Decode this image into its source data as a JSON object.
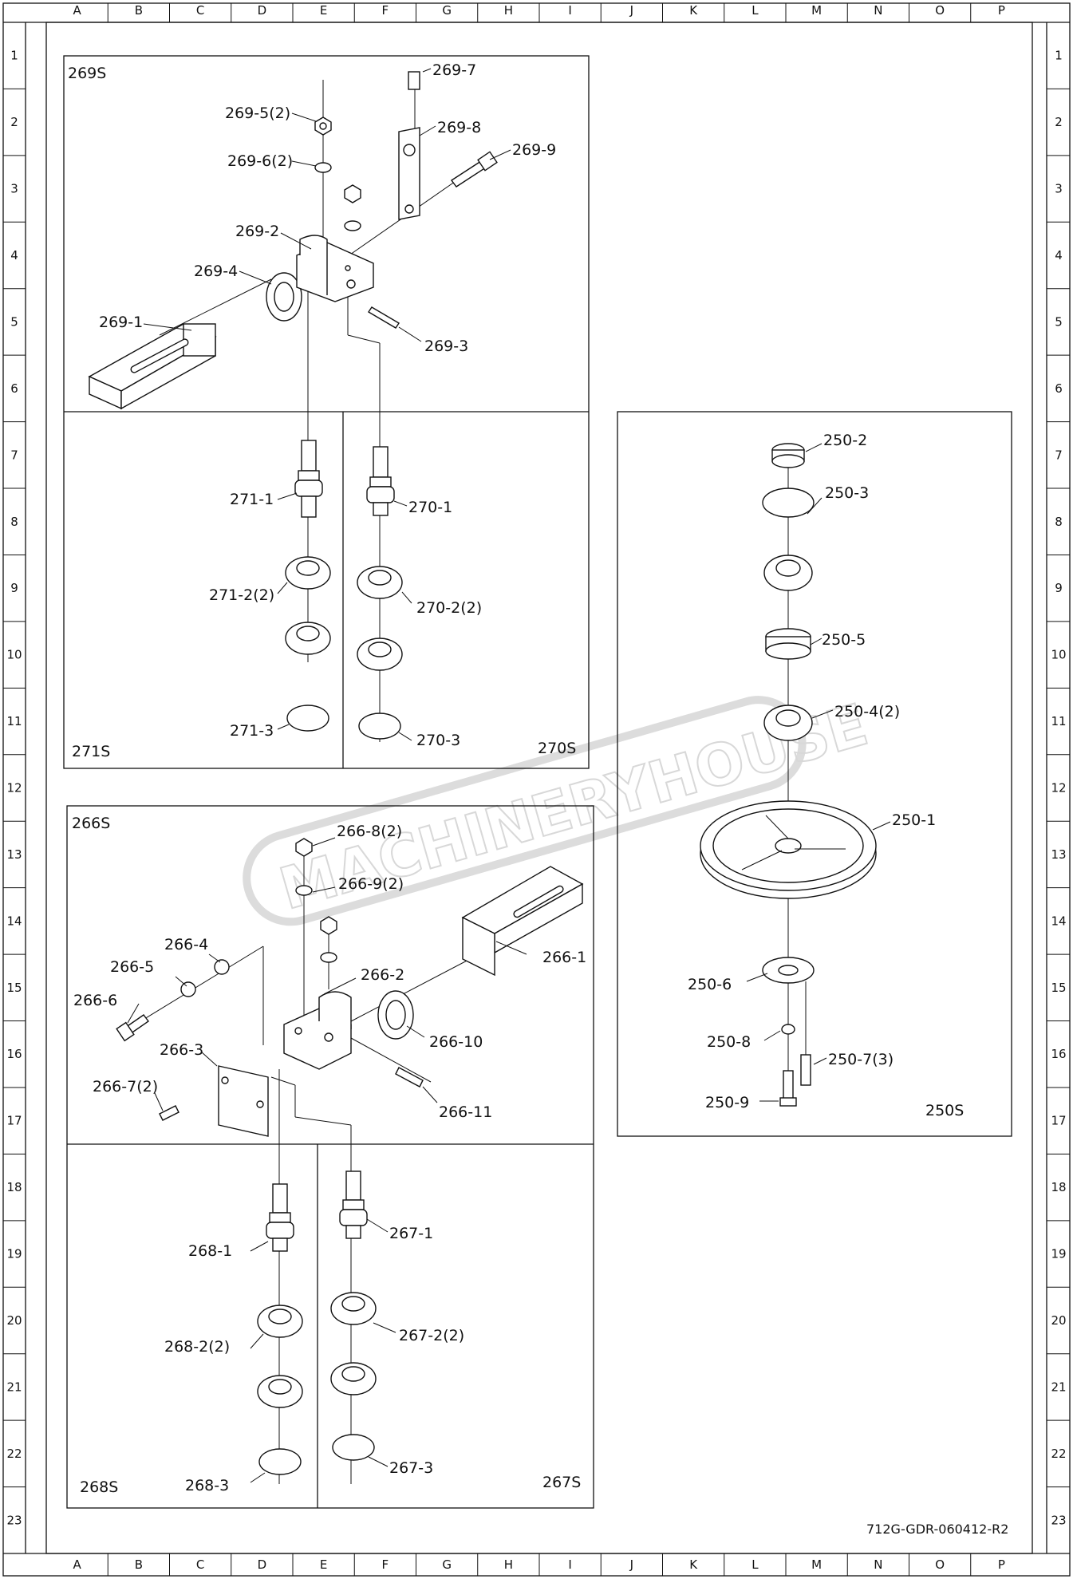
{
  "grid": {
    "columns": [
      "A",
      "B",
      "C",
      "D",
      "E",
      "F",
      "G",
      "H",
      "I",
      "J",
      "K",
      "L",
      "M",
      "N",
      "O",
      "P"
    ],
    "rows": [
      "1",
      "2",
      "3",
      "4",
      "5",
      "6",
      "7",
      "8",
      "9",
      "10",
      "11",
      "12",
      "13",
      "14",
      "15",
      "16",
      "17",
      "18",
      "19",
      "20",
      "21",
      "22",
      "23"
    ]
  },
  "drawing_number": "712G-GDR-060412-R2",
  "watermark": "MACHINERYHOUSE",
  "assemblies": {
    "a269S": {
      "title": "269S",
      "labels": [
        "269-1",
        "269-2",
        "269-3",
        "269-4",
        "269-5(2)",
        "269-6(2)",
        "269-7",
        "269-8",
        "269-9"
      ]
    },
    "a271S": {
      "title": "271S",
      "labels": [
        "271-1",
        "271-2(2)",
        "271-3"
      ]
    },
    "a270S": {
      "title": "270S",
      "labels": [
        "270-1",
        "270-2(2)",
        "270-3"
      ]
    },
    "a266S": {
      "title": "266S",
      "labels": [
        "266-1",
        "266-2",
        "266-3",
        "266-4",
        "266-5",
        "266-6",
        "266-7(2)",
        "266-8(2)",
        "266-9(2)",
        "266-10",
        "266-11"
      ]
    },
    "a268S": {
      "title": "268S",
      "labels": [
        "268-1",
        "268-2(2)",
        "268-3"
      ]
    },
    "a267S": {
      "title": "267S",
      "labels": [
        "267-1",
        "267-2(2)",
        "267-3"
      ]
    },
    "a250S": {
      "title": "250S",
      "labels": [
        "250-1",
        "250-2",
        "250-3",
        "250-4(2)",
        "250-5",
        "250-6",
        "250-7(3)",
        "250-8",
        "250-9"
      ]
    }
  }
}
